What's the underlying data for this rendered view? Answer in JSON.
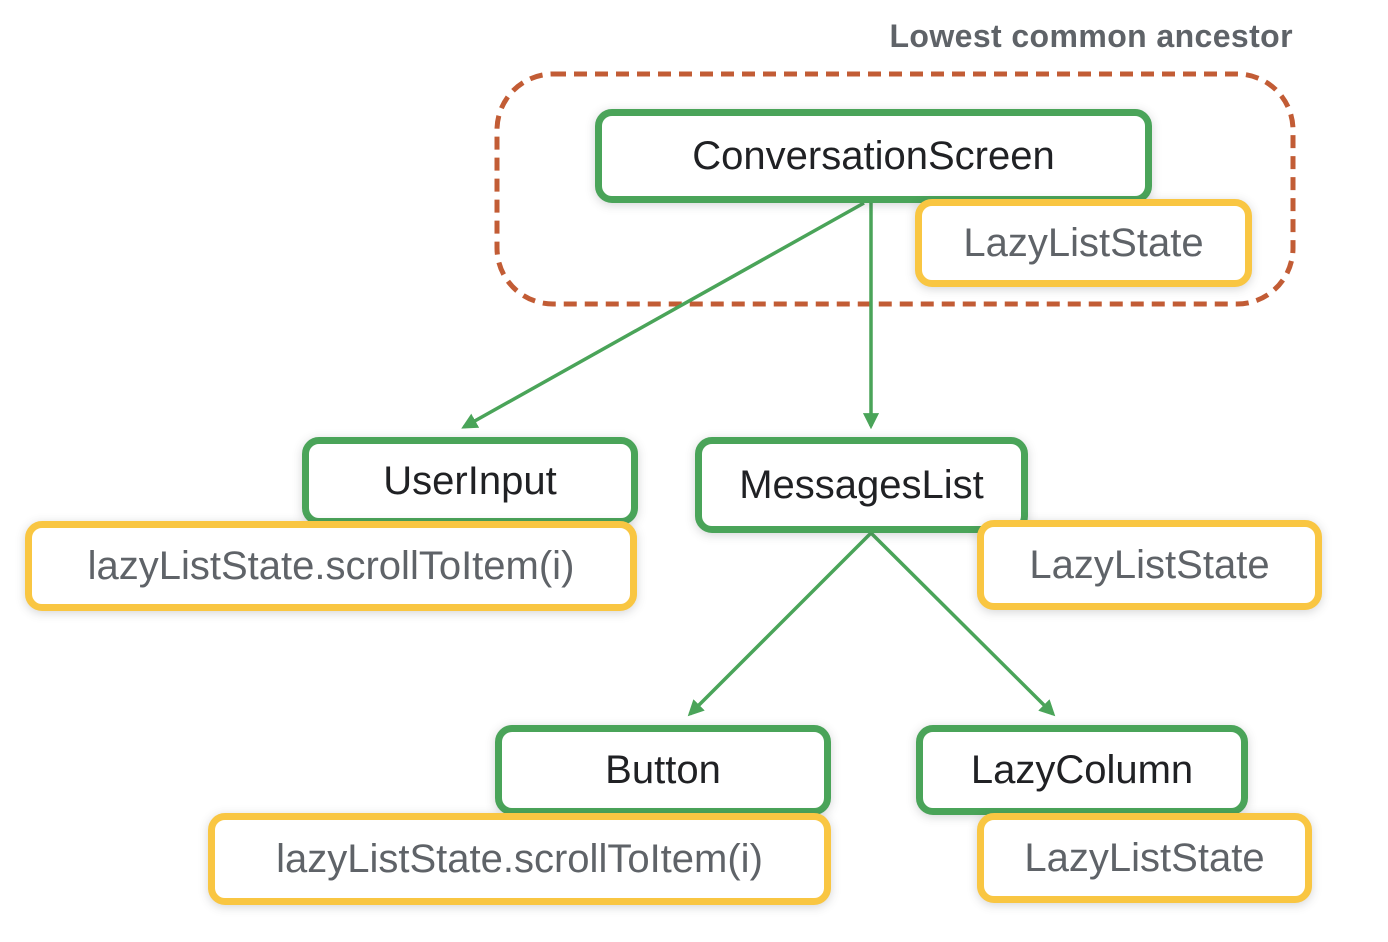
{
  "annotation": {
    "label": "Lowest common ancestor"
  },
  "colors": {
    "green": "#4AA459",
    "yellow": "#F9C642",
    "orange": "#C25C35",
    "text_dark": "#202124",
    "text_gray": "#5F6368"
  },
  "nodes": {
    "conversation_screen": {
      "label": "ConversationScreen",
      "kind": "composable"
    },
    "conversation_screen_state": {
      "label": "LazyListState",
      "kind": "state"
    },
    "user_input": {
      "label": "UserInput",
      "kind": "composable"
    },
    "user_input_state": {
      "label": "lazyListState.scrollToItem(i)",
      "kind": "state"
    },
    "messages_list": {
      "label": "MessagesList",
      "kind": "composable"
    },
    "messages_list_state": {
      "label": "LazyListState",
      "kind": "state"
    },
    "button": {
      "label": "Button",
      "kind": "composable"
    },
    "button_state": {
      "label": "lazyListState.scrollToItem(i)",
      "kind": "state"
    },
    "lazy_column": {
      "label": "LazyColumn",
      "kind": "composable"
    },
    "lazy_column_state": {
      "label": "LazyListState",
      "kind": "state"
    }
  },
  "edges": [
    {
      "from": "ConversationScreen",
      "to": "UserInput"
    },
    {
      "from": "ConversationScreen",
      "to": "MessagesList"
    },
    {
      "from": "MessagesList",
      "to": "Button"
    },
    {
      "from": "MessagesList",
      "to": "LazyColumn"
    }
  ],
  "lca_group": [
    "ConversationScreen",
    "LazyListState"
  ]
}
